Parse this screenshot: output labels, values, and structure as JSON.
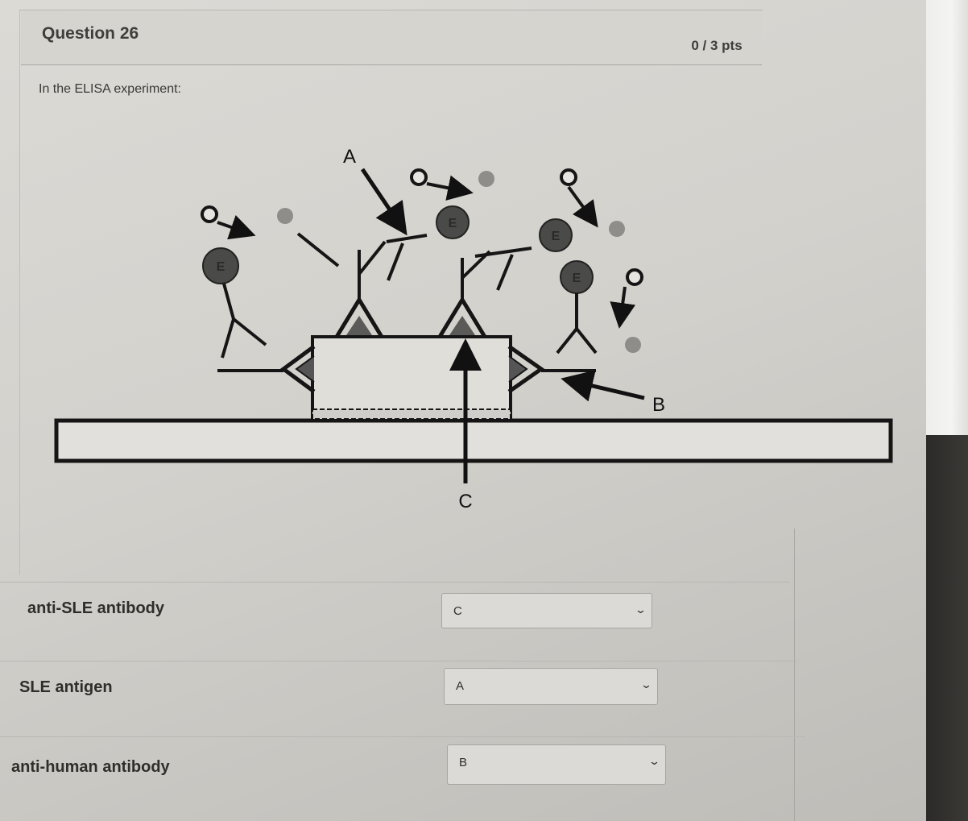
{
  "question": {
    "title": "Question 26",
    "points": "0 / 3 pts",
    "prompt": "In the ELISA experiment:"
  },
  "diagram": {
    "labels": {
      "a": "A",
      "b": "B",
      "c": "C",
      "enzyme": "E"
    }
  },
  "matches": [
    {
      "term": "anti-SLE antibody",
      "selected": "C"
    },
    {
      "term": "SLE antigen",
      "selected": "A"
    },
    {
      "term": "anti-human antibody",
      "selected": "B"
    }
  ],
  "icons": {
    "dropdown": "chevron-down-icon"
  }
}
